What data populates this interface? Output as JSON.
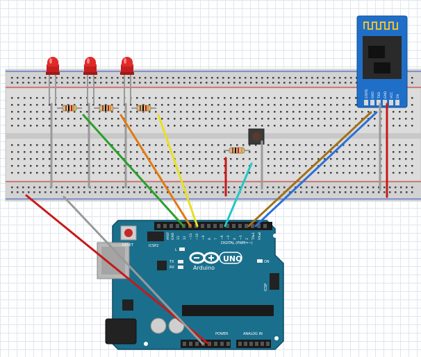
{
  "board": {
    "reset_label": "RESET",
    "icsp2_label": "ICSP2",
    "icsp_label": "ICSP",
    "digital_label": "DIGITAL (PWM=~)",
    "power_label": "POWER",
    "analog_label": "ANALOG IN",
    "brand_label": "Arduino",
    "model_label": "UNO",
    "on_label": "ON",
    "tx_label": "TX",
    "rx_label": "RX",
    "l_label": "L",
    "aref_label": "AREF",
    "gnd_label": "GND",
    "pin_labels": [
      "13",
      "12",
      "~11",
      "~10",
      "~9",
      "8",
      "7",
      "~6",
      "~5",
      "4",
      "~3",
      "2",
      "TX▸1",
      "RX◂0"
    ]
  },
  "module": {
    "pin_labels": [
      "STATE",
      "RXD",
      "TXD",
      "GND",
      "VCC",
      "EN"
    ]
  },
  "colors": {
    "breadboard": "#dcdcdc",
    "rail_red": "#d12020",
    "rail_blue": "#3050c0",
    "board_teal": "#1a6f8c",
    "module_blue": "#1f6fc8",
    "led_red": "#e02a2a",
    "wire_green": "#2aa02a",
    "wire_orange": "#e07a12",
    "wire_yellow": "#e8e020",
    "wire_cyan": "#20c8c8",
    "wire_brown": "#a0701a",
    "wire_blue": "#2a70d8",
    "wire_red": "#c81818",
    "wire_gray": "#9a9a9a"
  }
}
